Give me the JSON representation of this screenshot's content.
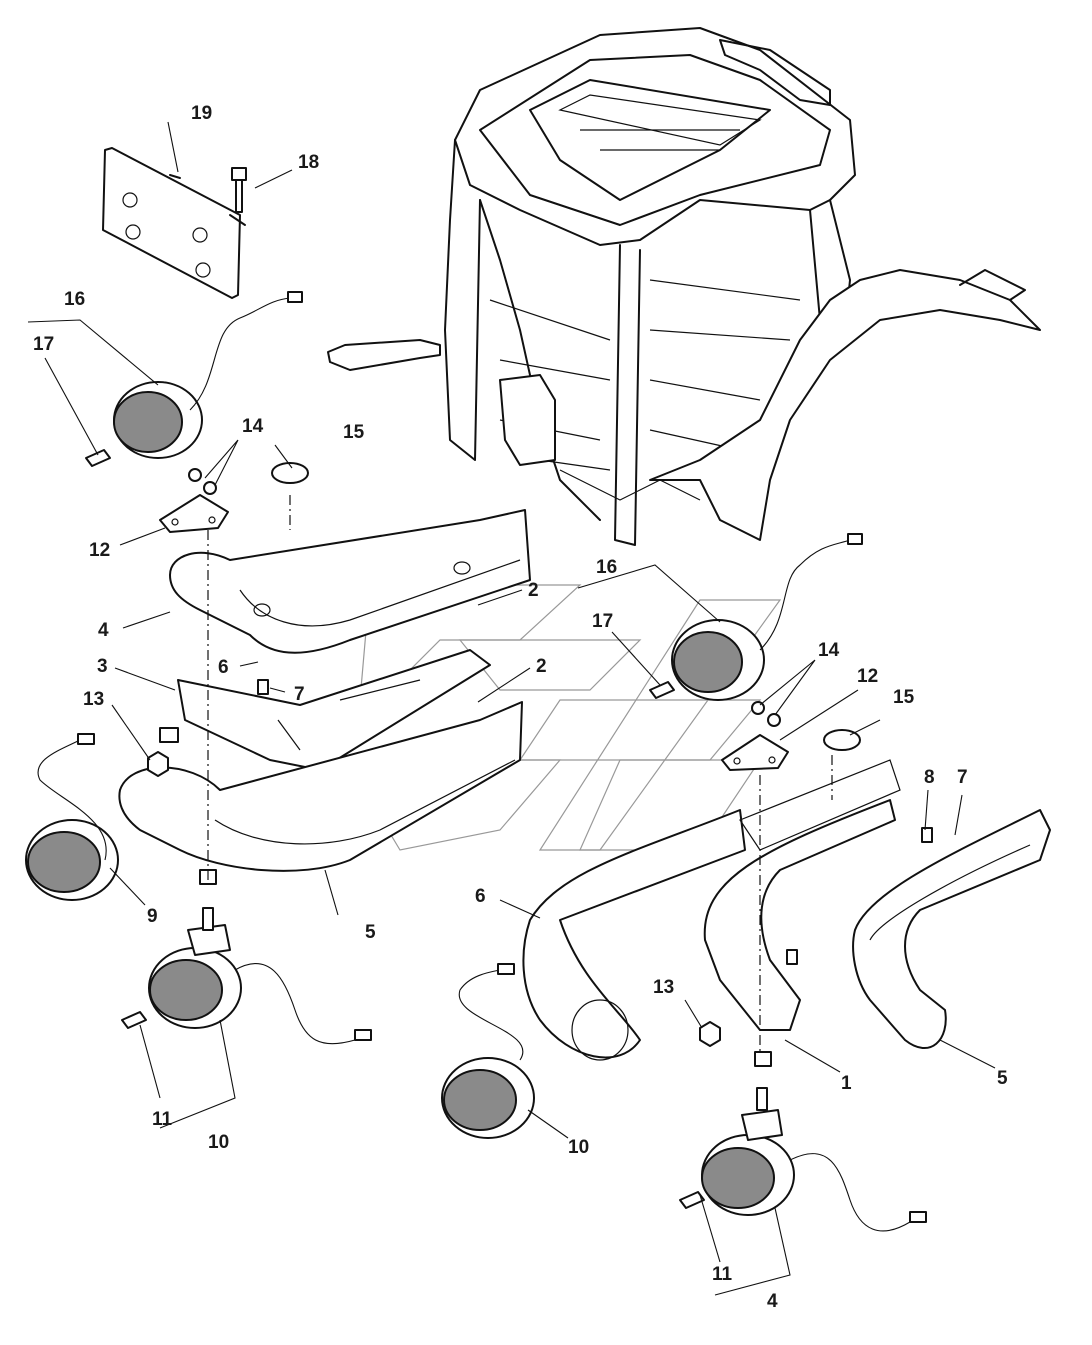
{
  "diagram": {
    "callouts": [
      {
        "id": "c1",
        "text": "1"
      },
      {
        "id": "c2a",
        "text": "2"
      },
      {
        "id": "c2b",
        "text": "2"
      },
      {
        "id": "c3",
        "text": "3"
      },
      {
        "id": "c4a",
        "text": "4"
      },
      {
        "id": "c4b",
        "text": "4"
      },
      {
        "id": "c5a",
        "text": "5"
      },
      {
        "id": "c5b",
        "text": "5"
      },
      {
        "id": "c6a",
        "text": "6"
      },
      {
        "id": "c6b",
        "text": "6"
      },
      {
        "id": "c7a",
        "text": "7"
      },
      {
        "id": "c7b",
        "text": "7"
      },
      {
        "id": "c8",
        "text": "8"
      },
      {
        "id": "c9",
        "text": "9"
      },
      {
        "id": "c10a",
        "text": "10"
      },
      {
        "id": "c10b",
        "text": "10"
      },
      {
        "id": "c11a",
        "text": "11"
      },
      {
        "id": "c11b",
        "text": "11"
      },
      {
        "id": "c12a",
        "text": "12"
      },
      {
        "id": "c12b",
        "text": "12"
      },
      {
        "id": "c13a",
        "text": "13"
      },
      {
        "id": "c13b",
        "text": "13"
      },
      {
        "id": "c14a",
        "text": "14"
      },
      {
        "id": "c14b",
        "text": "14"
      },
      {
        "id": "c15a",
        "text": "15"
      },
      {
        "id": "c15b",
        "text": "15"
      },
      {
        "id": "c16a",
        "text": "16"
      },
      {
        "id": "c16b",
        "text": "16"
      },
      {
        "id": "c17a",
        "text": "17"
      },
      {
        "id": "c17b",
        "text": "17"
      },
      {
        "id": "c18",
        "text": "18"
      },
      {
        "id": "c19",
        "text": "19"
      }
    ]
  }
}
